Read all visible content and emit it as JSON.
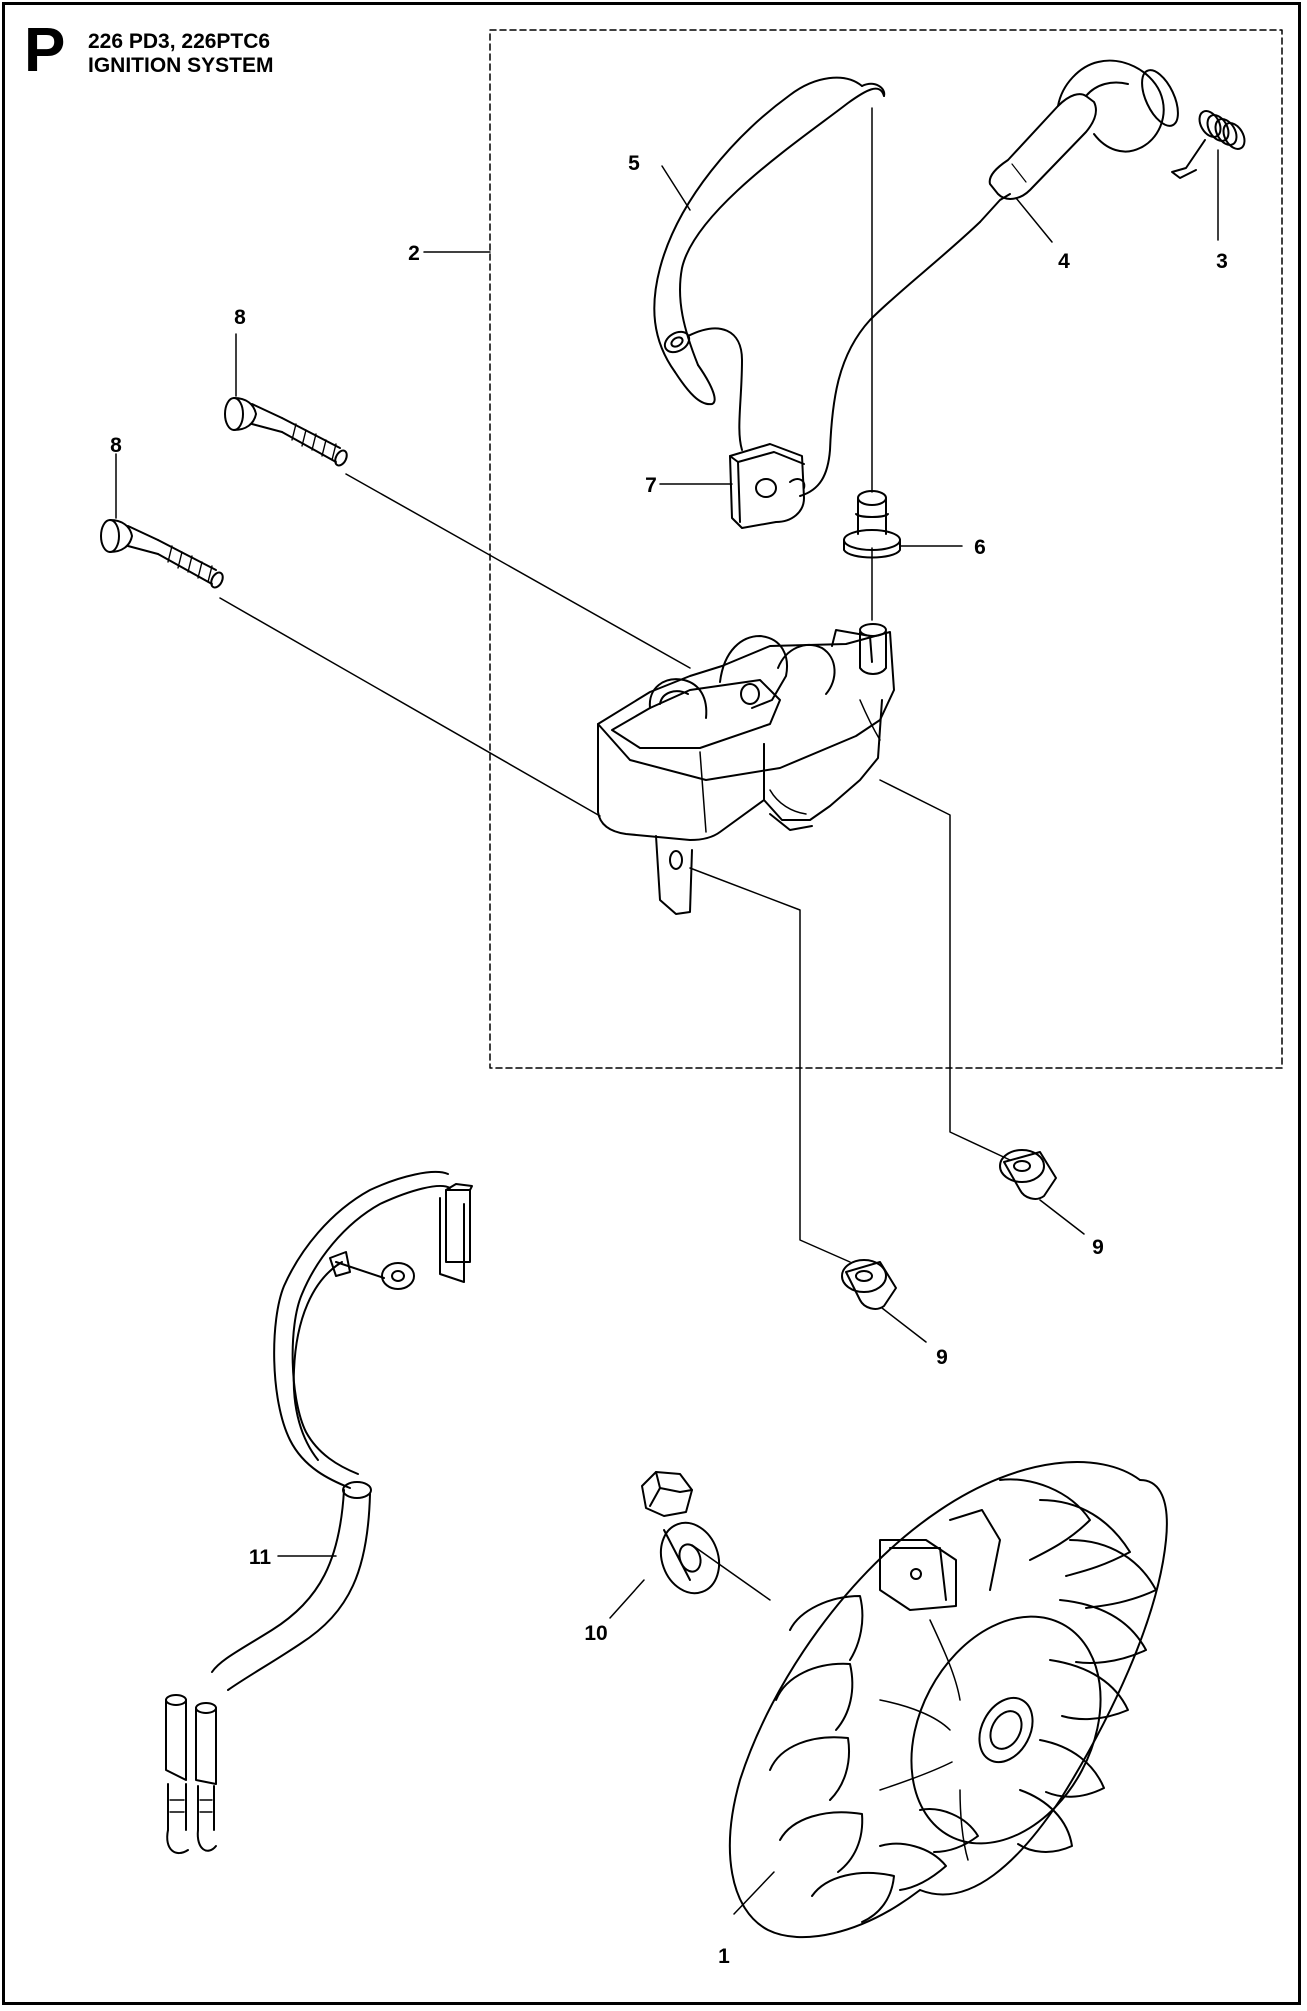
{
  "header": {
    "section_letter": "P",
    "model_line": "226 PD3, 226PTC6",
    "title": "IGNITION SYSTEM"
  },
  "callouts": [
    {
      "part": "flywheel",
      "label": "1"
    },
    {
      "part": "ignition-module-assembly",
      "label": "2"
    },
    {
      "part": "spark-plug-spring",
      "label": "3"
    },
    {
      "part": "spark-plug-boot",
      "label": "4"
    },
    {
      "part": "ignition-lead",
      "label": "5"
    },
    {
      "part": "grommet",
      "label": "6"
    },
    {
      "part": "cable-clamp",
      "label": "7"
    },
    {
      "part": "screw-upper",
      "label": "8"
    },
    {
      "part": "screw-lower",
      "label": "8"
    },
    {
      "part": "spacer-right",
      "label": "9"
    },
    {
      "part": "spacer-left",
      "label": "9"
    },
    {
      "part": "flange-nut",
      "label": "10"
    },
    {
      "part": "wire-harness",
      "label": "11"
    }
  ],
  "colors": {
    "line": "#000000",
    "background": "#ffffff"
  }
}
